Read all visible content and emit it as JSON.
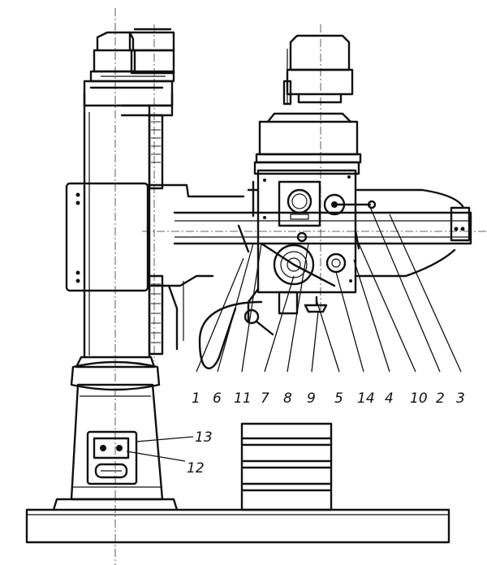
{
  "callouts": [
    {
      "id": "1",
      "label": "1"
    },
    {
      "id": "6",
      "label": "6"
    },
    {
      "id": "11",
      "label": "11"
    },
    {
      "id": "7",
      "label": "7"
    },
    {
      "id": "8",
      "label": "8"
    },
    {
      "id": "9",
      "label": "9"
    },
    {
      "id": "5",
      "label": "5"
    },
    {
      "id": "14",
      "label": "14"
    },
    {
      "id": "4",
      "label": "4"
    },
    {
      "id": "10",
      "label": "10"
    },
    {
      "id": "2",
      "label": "2"
    },
    {
      "id": "3",
      "label": "3"
    },
    {
      "id": "13",
      "label": "13"
    },
    {
      "id": "12",
      "label": "12"
    }
  ]
}
